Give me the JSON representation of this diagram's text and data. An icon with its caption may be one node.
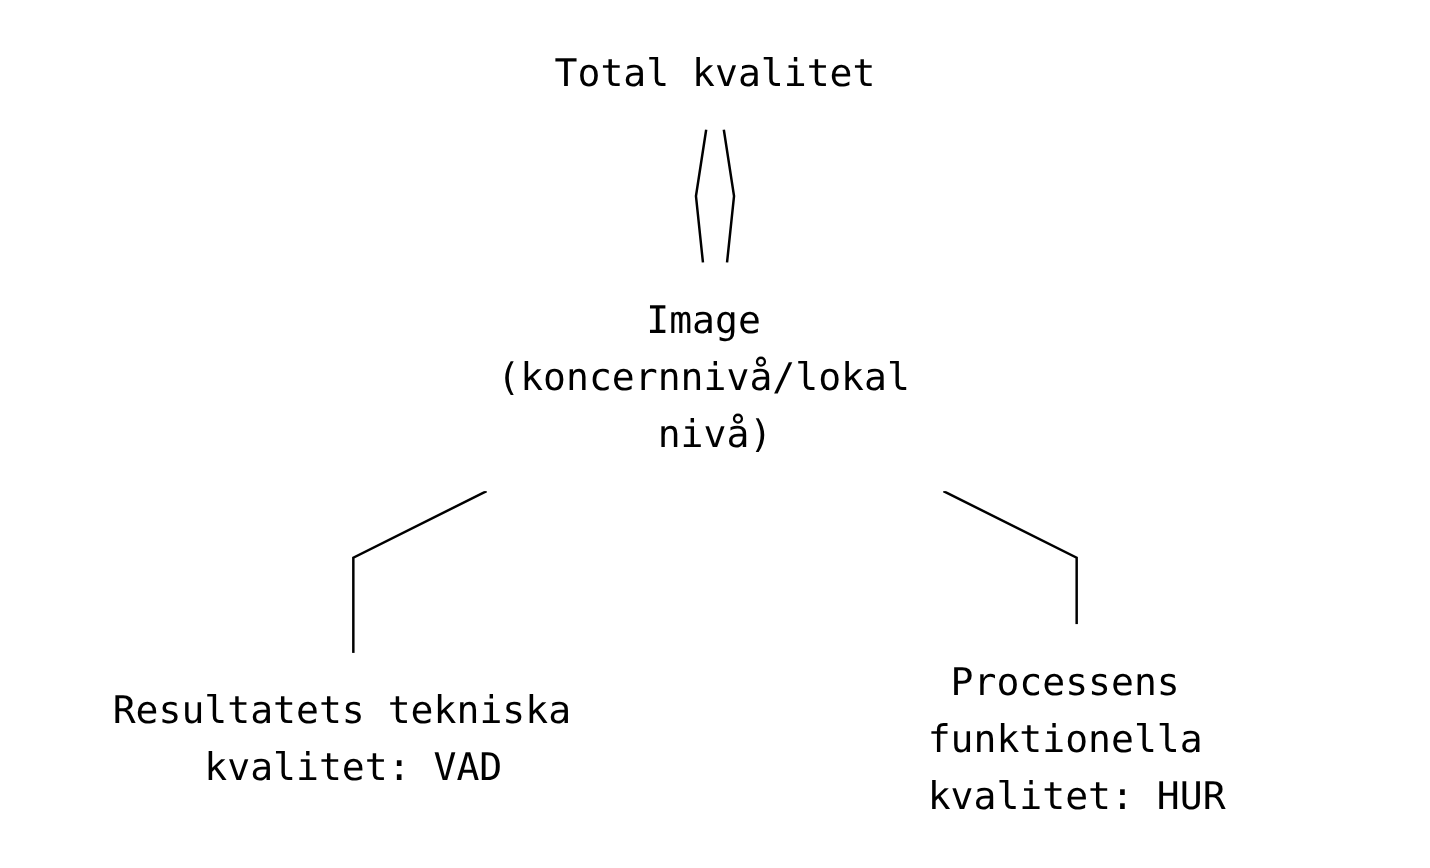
{
  "diagram": {
    "nodes": [
      {
        "text": [
          "Total kvalitet"
        ]
      },
      {
        "text": [
          "Image (koncernnivå/lokal nivå)"
        ]
      },
      {
        "text": [
          "Resultatets tekniska kvalitet: VAD"
        ]
      },
      {
        "text": [
          "Processens funktionella kvalitet: HUR"
        ]
      }
    ],
    "edges": [
      {
        "from": 0,
        "to": 1,
        "arrow": "none"
      },
      {
        "from": 0,
        "to": 1,
        "arrow": "none"
      },
      {
        "from": 1,
        "to": 2,
        "arrow": "none"
      },
      {
        "from": 1,
        "to": 3,
        "arrow": "none"
      }
    ]
  }
}
